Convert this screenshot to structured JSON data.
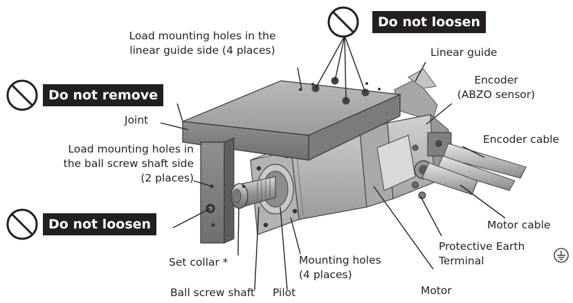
{
  "warnings": {
    "top": "Do not loosen",
    "left_top": "Do not remove",
    "left_bottom": "Do not loosen"
  },
  "labels": {
    "load_holes_guide_l1": "Load mounting holes in the",
    "load_holes_guide_l2": "linear guide side (4 places)",
    "linear_guide": "Linear guide",
    "encoder_l1": "Encoder",
    "encoder_l2": "(ABZO sensor)",
    "joint": "Joint",
    "load_holes_ball_l1": "Load mounting holes in",
    "load_holes_ball_l2": "the ball screw shaft side",
    "load_holes_ball_l3": "(2 places)",
    "encoder_cable": "Encoder cable",
    "motor_cable": "Motor cable",
    "pe_l1": "Protective Earth",
    "pe_l2": "Terminal",
    "mounting_holes_l1": "Mounting holes",
    "mounting_holes_l2": "(4 places)",
    "set_collar": "Set collar *",
    "ball_screw_shaft": "Ball screw shaft",
    "pilot": "Pilot",
    "motor": "Motor"
  },
  "icons": {
    "prohibition": "prohibition-icon",
    "ground": "ground-icon"
  },
  "colors": {
    "badge_bg": "#231f20",
    "badge_text": "#ffffff",
    "line": "#231f20",
    "body_gray": "#8c8c8c"
  }
}
